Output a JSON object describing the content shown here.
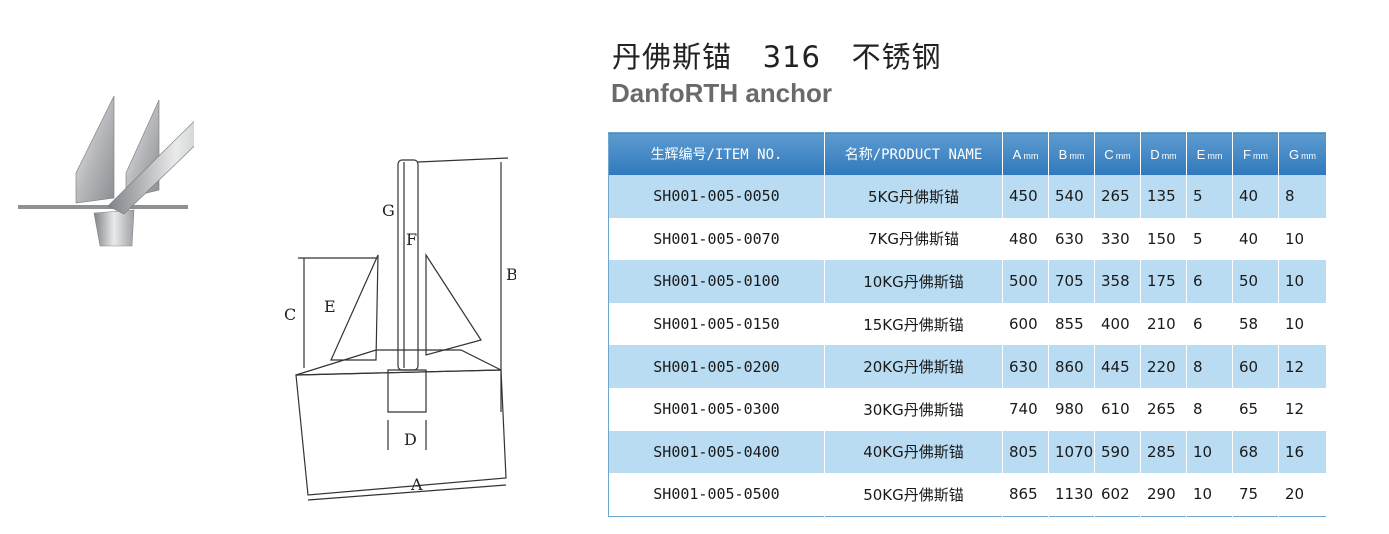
{
  "header": {
    "title_cn": "丹佛斯锚   316   不锈钢",
    "title_en": "DanfoRTH anchor"
  },
  "drawing_labels": {
    "a": "A",
    "b": "B",
    "c": "C",
    "d": "D",
    "e": "E",
    "f": "F",
    "g": "G"
  },
  "table": {
    "columns": [
      {
        "label": "生辉编号/ITEM NO.",
        "unit": ""
      },
      {
        "label": "名称/PRODUCT NAME",
        "unit": ""
      },
      {
        "label": "A",
        "unit": "mm"
      },
      {
        "label": "B",
        "unit": "mm"
      },
      {
        "label": "C",
        "unit": "mm"
      },
      {
        "label": "D",
        "unit": "mm"
      },
      {
        "label": "E",
        "unit": "mm"
      },
      {
        "label": "F",
        "unit": "mm"
      },
      {
        "label": "G",
        "unit": "mm"
      }
    ],
    "rows": [
      {
        "item": "SH001-005-0050",
        "name": "5KG丹佛斯锚",
        "a": "450",
        "b": "540",
        "c": "265",
        "d": "135",
        "e": "5",
        "f": "40",
        "g": "8"
      },
      {
        "item": "SH001-005-0070",
        "name": "7KG丹佛斯锚",
        "a": "480",
        "b": "630",
        "c": "330",
        "d": "150",
        "e": "5",
        "f": "40",
        "g": "10"
      },
      {
        "item": "SH001-005-0100",
        "name": "10KG丹佛斯锚",
        "a": "500",
        "b": "705",
        "c": "358",
        "d": "175",
        "e": "6",
        "f": "50",
        "g": "10"
      },
      {
        "item": "SH001-005-0150",
        "name": "15KG丹佛斯锚",
        "a": "600",
        "b": "855",
        "c": "400",
        "d": "210",
        "e": "6",
        "f": "58",
        "g": "10"
      },
      {
        "item": "SH001-005-0200",
        "name": "20KG丹佛斯锚",
        "a": "630",
        "b": "860",
        "c": "445",
        "d": "220",
        "e": "8",
        "f": "60",
        "g": "12"
      },
      {
        "item": "SH001-005-0300",
        "name": "30KG丹佛斯锚",
        "a": "740",
        "b": "980",
        "c": "610",
        "d": "265",
        "e": "8",
        "f": "65",
        "g": "12"
      },
      {
        "item": "SH001-005-0400",
        "name": "40KG丹佛斯锚",
        "a": "805",
        "b": "1070",
        "c": "590",
        "d": "285",
        "e": "10",
        "f": "68",
        "g": "16"
      },
      {
        "item": "SH001-005-0500",
        "name": "50KG丹佛斯锚",
        "a": "865",
        "b": "1130",
        "c": "602",
        "d": "290",
        "e": "10",
        "f": "75",
        "g": "20"
      }
    ]
  }
}
